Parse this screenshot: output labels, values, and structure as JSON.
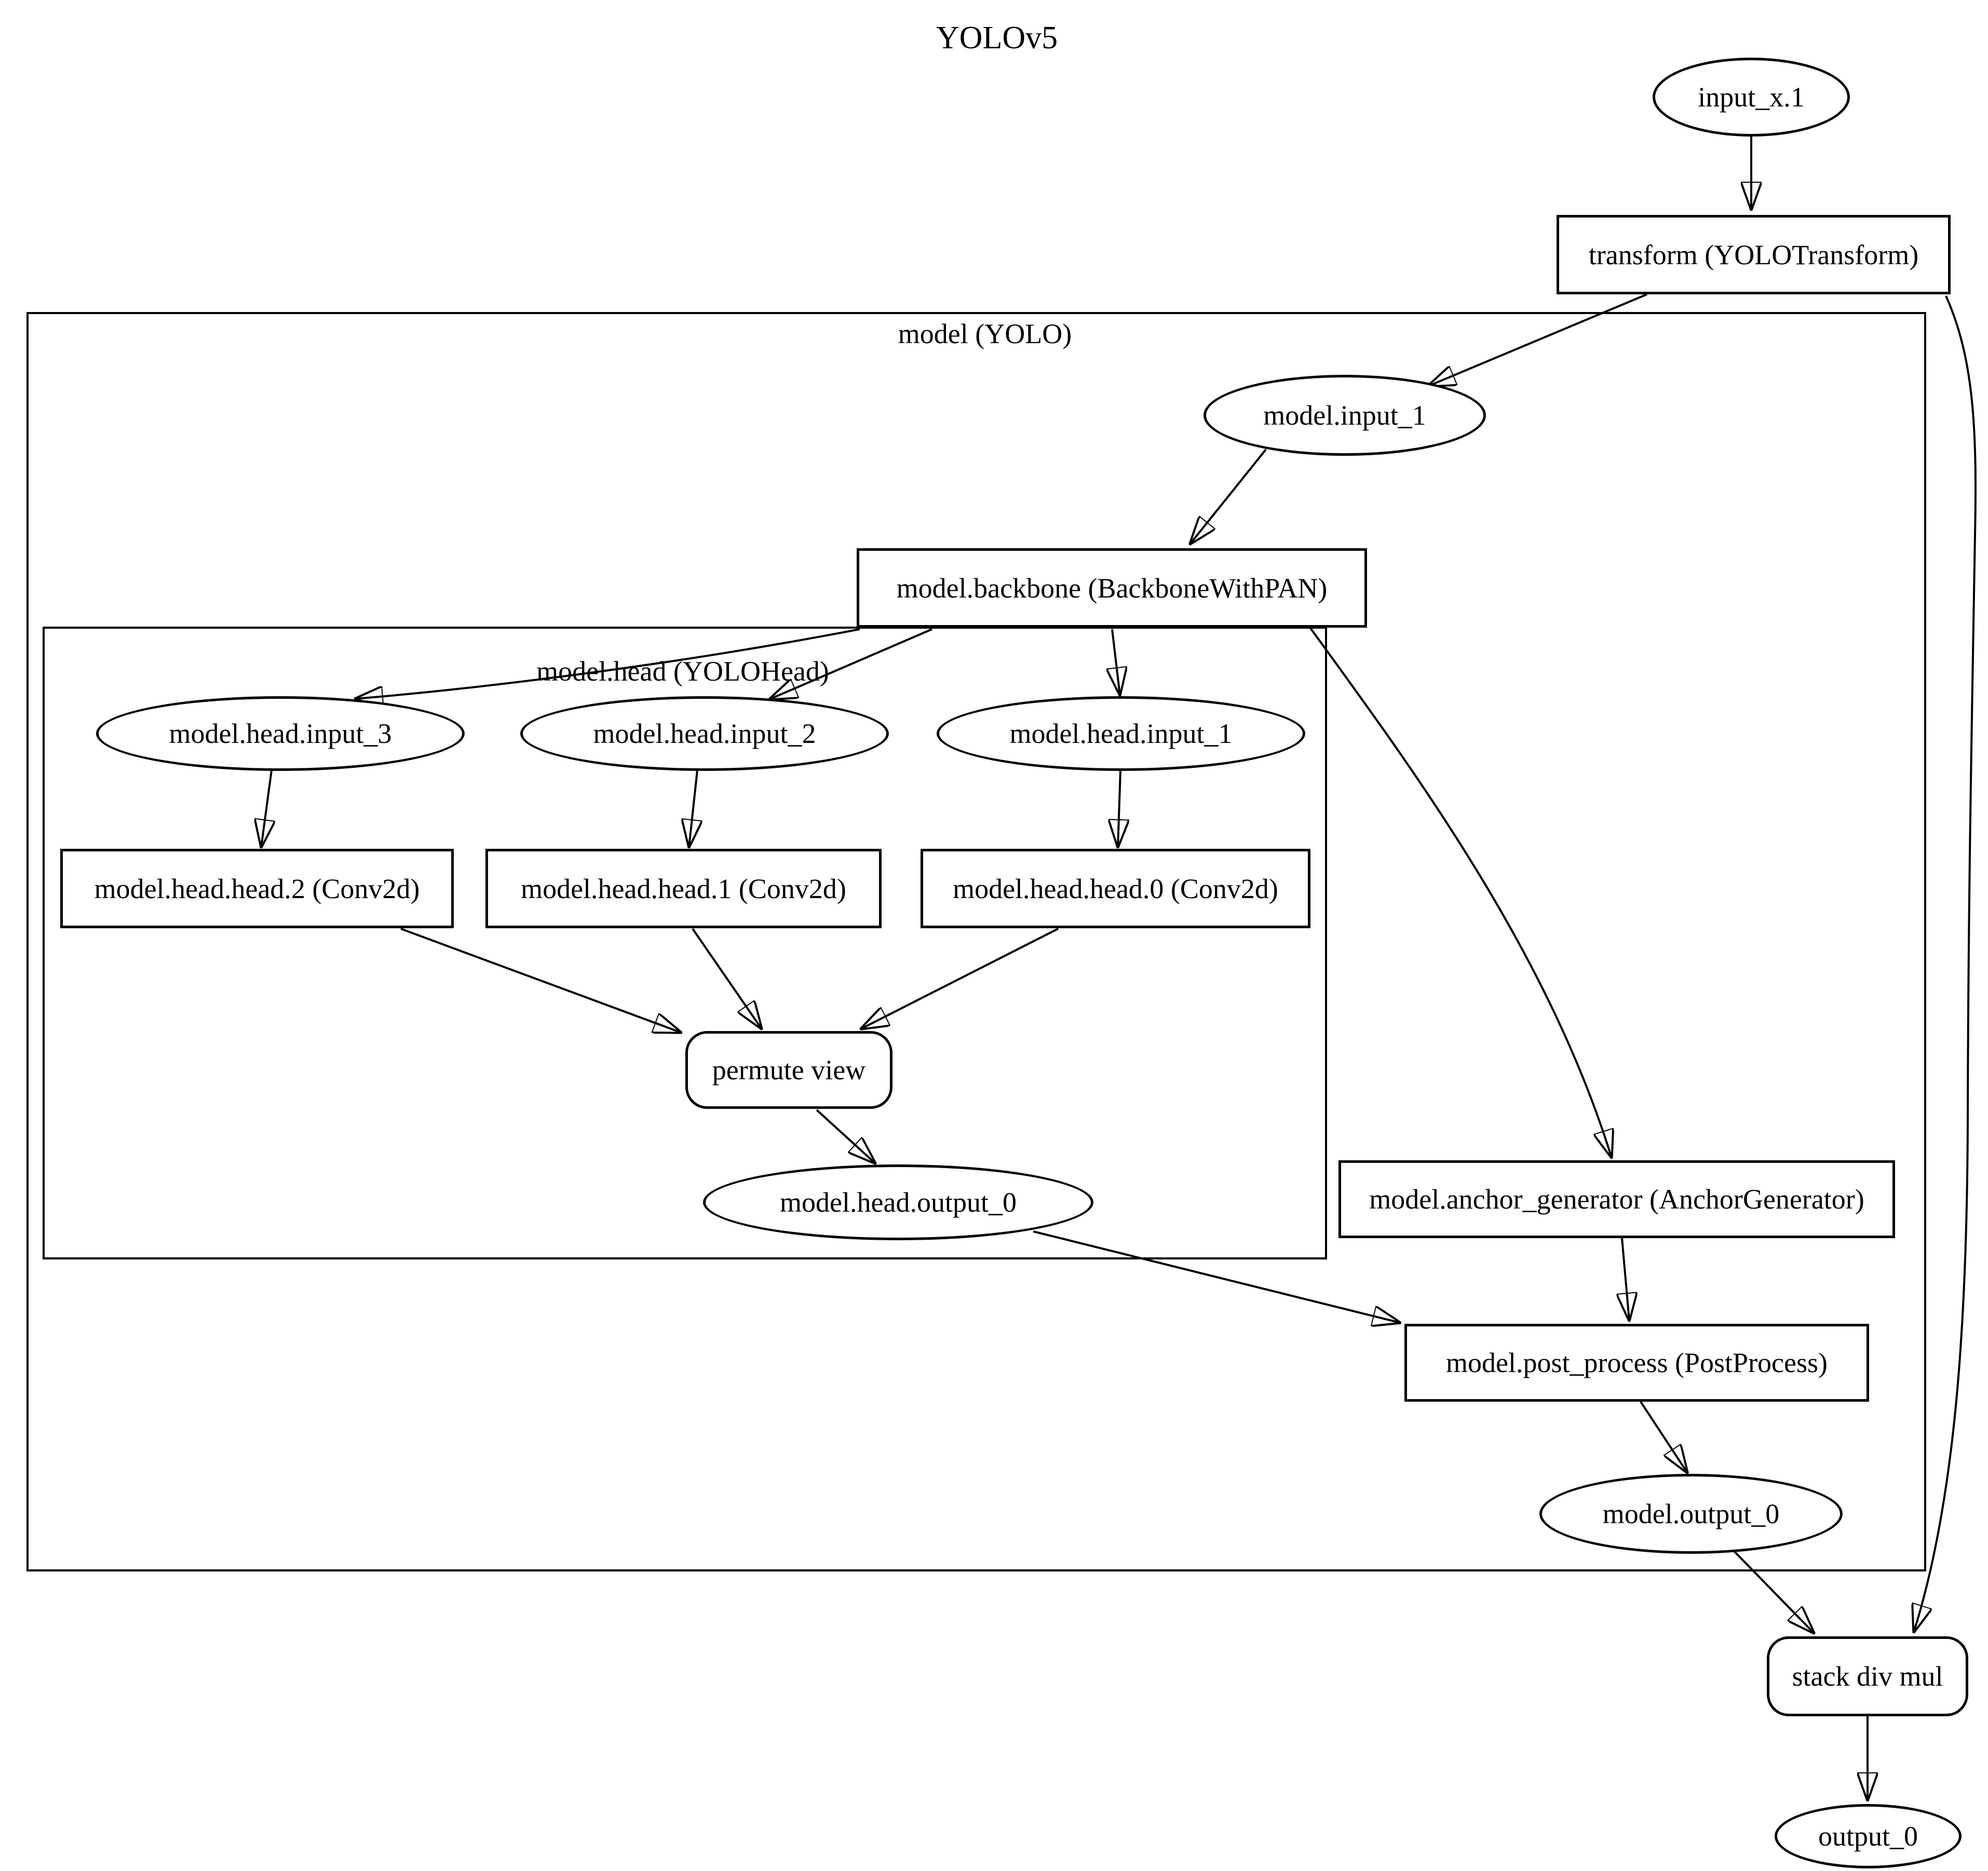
{
  "diagram": {
    "title": "YOLOv5",
    "colors": {
      "stroke": "#000000",
      "background": "#ffffff"
    },
    "clusters": {
      "model": {
        "label": "model (YOLO)"
      },
      "head": {
        "label": "model.head (YOLOHead)"
      }
    },
    "nodes": {
      "input_x_1": {
        "label": "input_x.1",
        "shape": "ellipse"
      },
      "transform": {
        "label": "transform (YOLOTransform)",
        "shape": "box"
      },
      "model_input_1": {
        "label": "model.input_1",
        "shape": "ellipse"
      },
      "backbone": {
        "label": "model.backbone (BackboneWithPAN)",
        "shape": "box"
      },
      "head_input_3": {
        "label": "model.head.input_3",
        "shape": "ellipse"
      },
      "head_input_2": {
        "label": "model.head.input_2",
        "shape": "ellipse"
      },
      "head_input_1": {
        "label": "model.head.input_1",
        "shape": "ellipse"
      },
      "head_2": {
        "label": "model.head.head.2 (Conv2d)",
        "shape": "box"
      },
      "head_1": {
        "label": "model.head.head.1 (Conv2d)",
        "shape": "box"
      },
      "head_0": {
        "label": "model.head.head.0 (Conv2d)",
        "shape": "box"
      },
      "permute": {
        "label": "permute view",
        "shape": "rounded"
      },
      "head_output_0": {
        "label": "model.head.output_0",
        "shape": "ellipse"
      },
      "anchor_generator": {
        "label": "model.anchor_generator (AnchorGenerator)",
        "shape": "box"
      },
      "post_process": {
        "label": "model.post_process (PostProcess)",
        "shape": "box"
      },
      "model_output_0": {
        "label": "model.output_0",
        "shape": "ellipse"
      },
      "stack_div_mul": {
        "label": "stack div mul",
        "shape": "rounded"
      },
      "output_0": {
        "label": "output_0",
        "shape": "ellipse"
      }
    },
    "edges": [
      {
        "from": "input_x_1",
        "to": "transform"
      },
      {
        "from": "transform",
        "to": "model_input_1"
      },
      {
        "from": "transform",
        "to": "stack_div_mul"
      },
      {
        "from": "model_input_1",
        "to": "backbone"
      },
      {
        "from": "backbone",
        "to": "head_input_3"
      },
      {
        "from": "backbone",
        "to": "head_input_2"
      },
      {
        "from": "backbone",
        "to": "head_input_1"
      },
      {
        "from": "backbone",
        "to": "anchor_generator"
      },
      {
        "from": "head_input_3",
        "to": "head_2"
      },
      {
        "from": "head_input_2",
        "to": "head_1"
      },
      {
        "from": "head_input_1",
        "to": "head_0"
      },
      {
        "from": "head_2",
        "to": "permute"
      },
      {
        "from": "head_1",
        "to": "permute"
      },
      {
        "from": "head_0",
        "to": "permute"
      },
      {
        "from": "permute",
        "to": "head_output_0"
      },
      {
        "from": "head_output_0",
        "to": "post_process"
      },
      {
        "from": "anchor_generator",
        "to": "post_process"
      },
      {
        "from": "post_process",
        "to": "model_output_0"
      },
      {
        "from": "model_output_0",
        "to": "stack_div_mul"
      },
      {
        "from": "stack_div_mul",
        "to": "output_0"
      }
    ]
  }
}
